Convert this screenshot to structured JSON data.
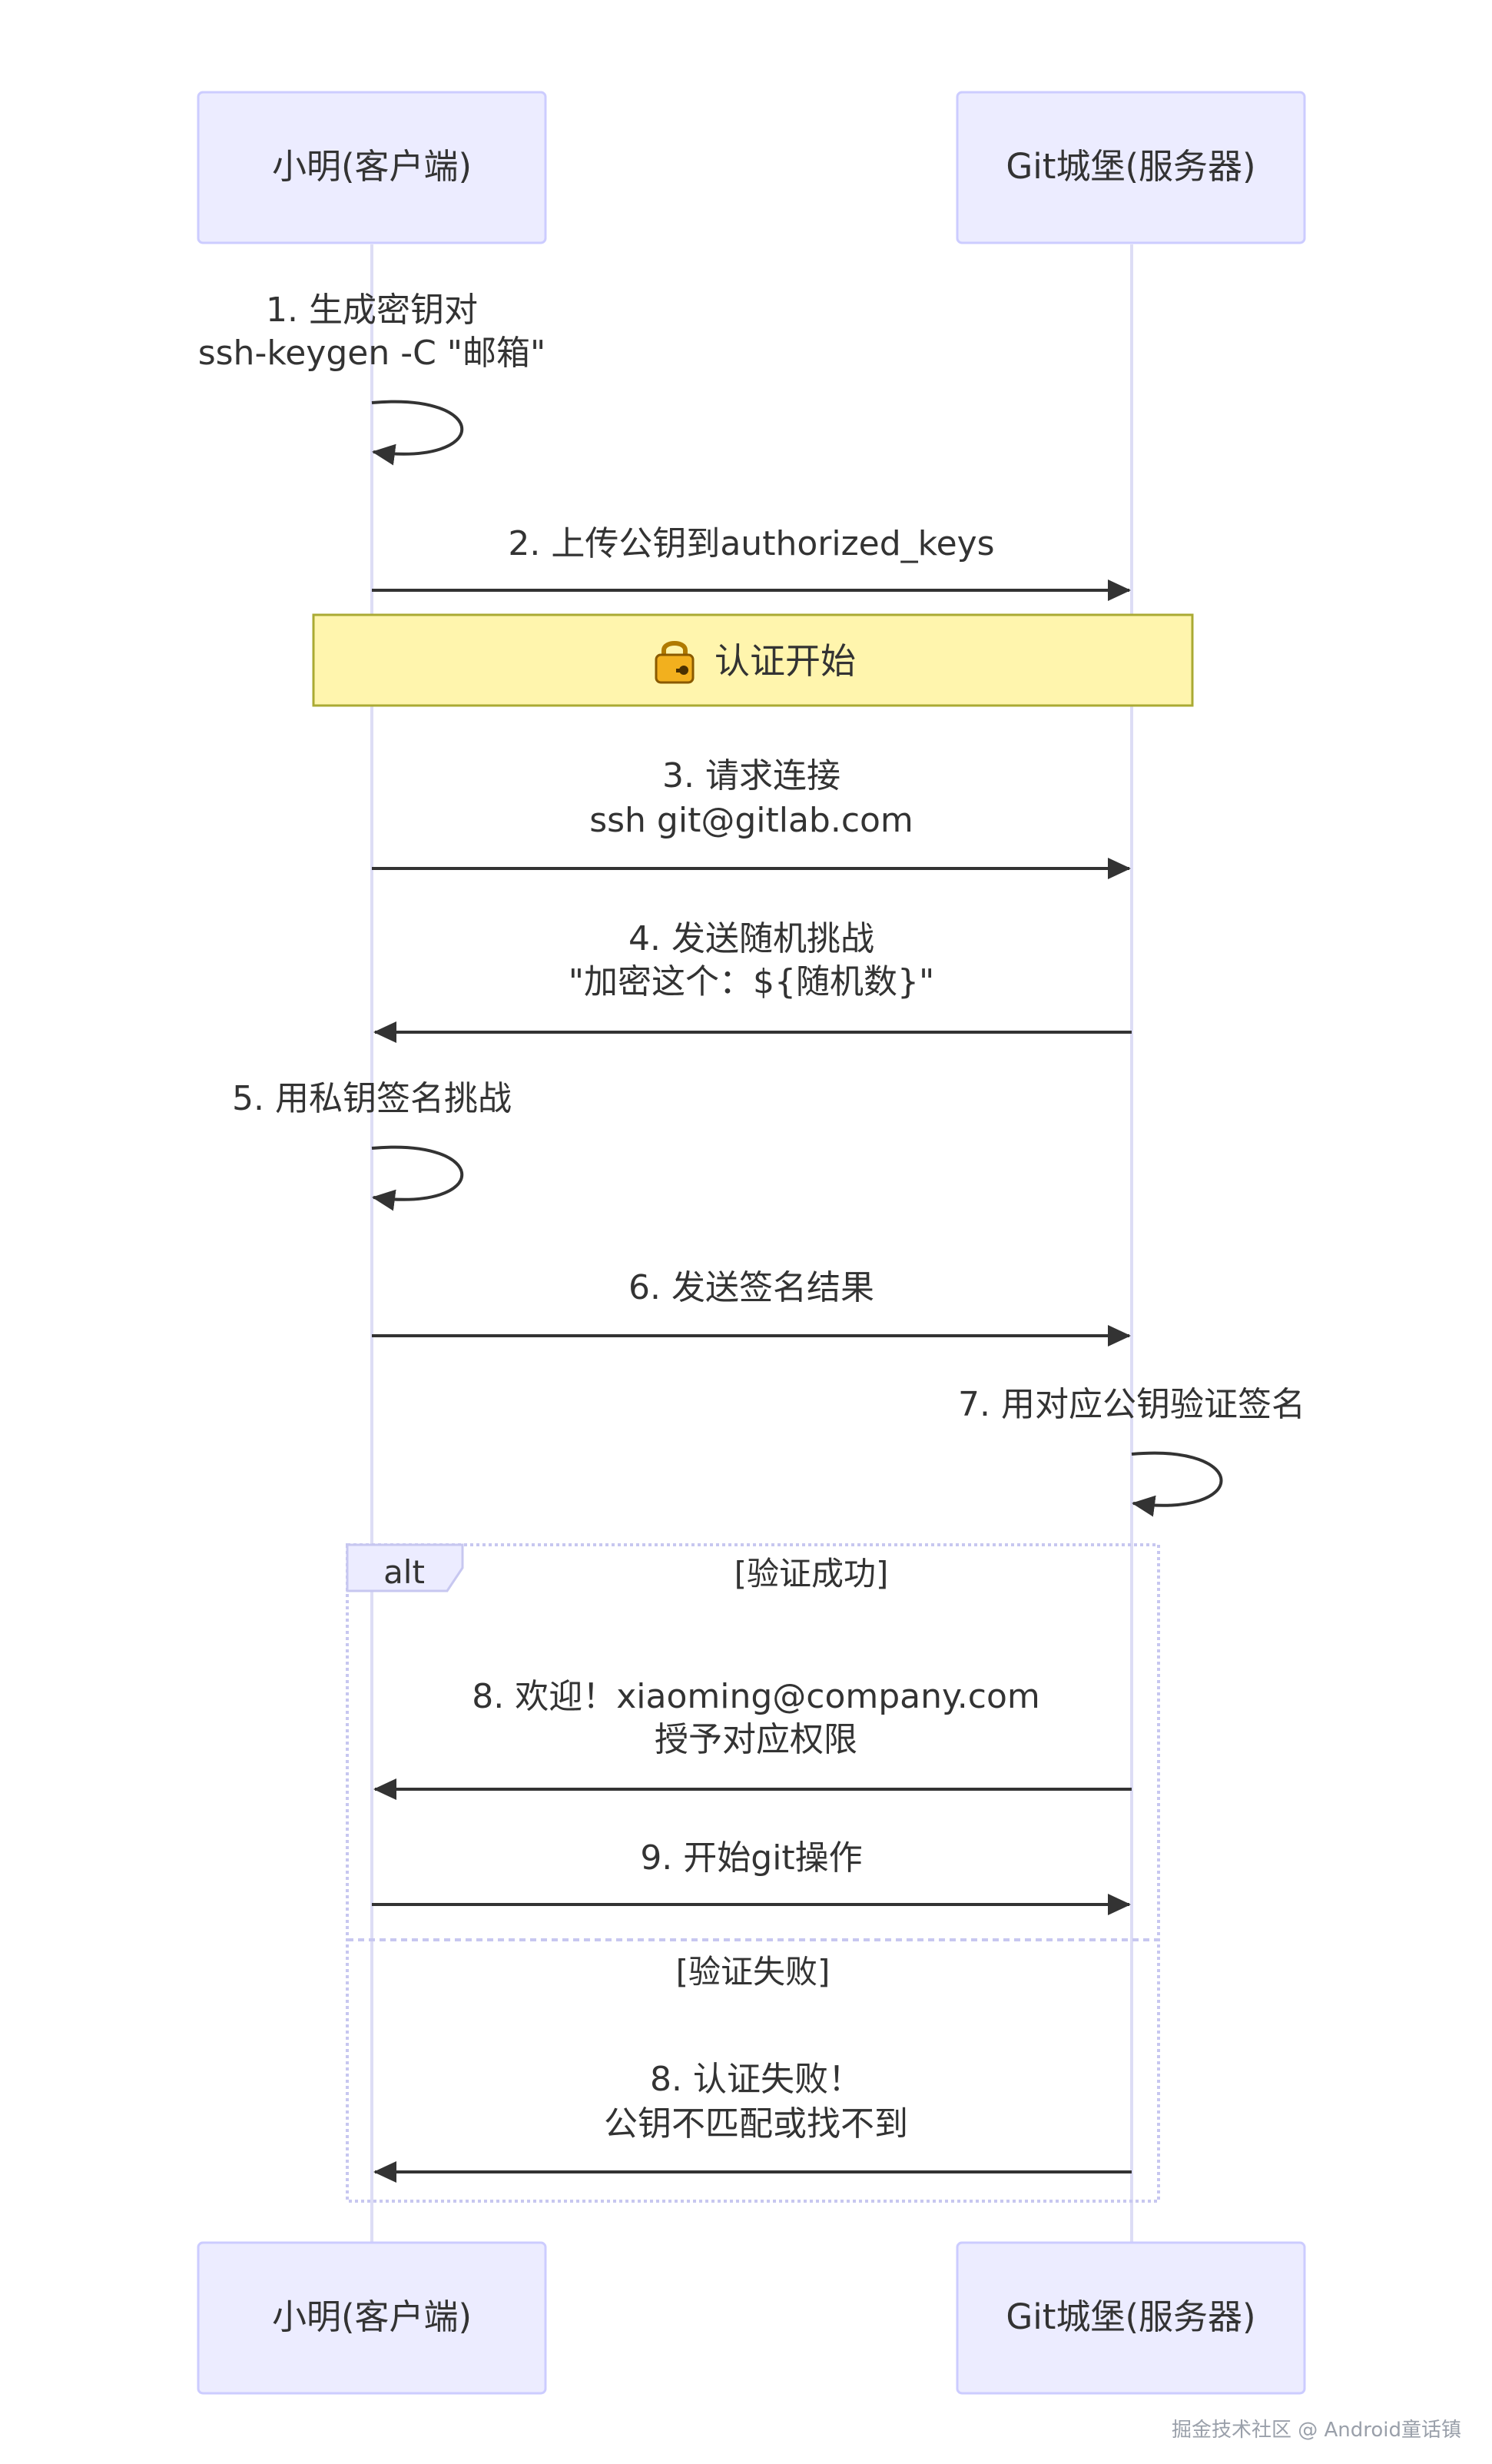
{
  "actors": [
    {
      "id": "client",
      "label": "小明(客户端)"
    },
    {
      "id": "server",
      "label": "Git城堡(服务器)"
    }
  ],
  "messages": [
    {
      "id": "m1",
      "from": "client",
      "to": "client",
      "lines": [
        "1. 生成密钥对",
        "ssh-keygen -C \"邮箱\""
      ]
    },
    {
      "id": "m2",
      "from": "client",
      "to": "server",
      "lines": [
        "2. 上传公钥到authorized_keys"
      ]
    },
    {
      "id": "m3",
      "from": "client",
      "to": "server",
      "lines": [
        "3. 请求连接",
        "ssh git@gitlab.com"
      ]
    },
    {
      "id": "m4",
      "from": "server",
      "to": "client",
      "lines": [
        "4. 发送随机挑战",
        "\"加密这个：${随机数}\""
      ]
    },
    {
      "id": "m5",
      "from": "client",
      "to": "client",
      "lines": [
        "5. 用私钥签名挑战"
      ]
    },
    {
      "id": "m6",
      "from": "client",
      "to": "server",
      "lines": [
        "6. 发送签名结果"
      ]
    },
    {
      "id": "m7",
      "from": "server",
      "to": "server",
      "lines": [
        "7. 用对应公钥验证签名"
      ]
    },
    {
      "id": "m8a",
      "from": "server",
      "to": "client",
      "lines": [
        "8. 欢迎！xiaoming@company.com",
        "授予对应权限"
      ]
    },
    {
      "id": "m9",
      "from": "client",
      "to": "server",
      "lines": [
        "9. 开始git操作"
      ]
    },
    {
      "id": "m8b",
      "from": "server",
      "to": "client",
      "lines": [
        "8. 认证失败！",
        "公钥不匹配或找不到"
      ]
    }
  ],
  "note": {
    "icon": "lock-key-icon",
    "label": "认证开始"
  },
  "alt": {
    "keyword": "alt",
    "success_condition": "[验证成功]",
    "failure_condition": "[验证失败]"
  },
  "watermark": "掘金技术社区 @ Android童话镇",
  "colors": {
    "actor_fill": "#ECECFF",
    "actor_border": "#CCCCFF",
    "lifeline": "#DDDDF5",
    "note_fill": "#FFF5AD",
    "note_border": "#AAAA33",
    "arrow": "#333333",
    "alt_border": "#C7C7F0"
  }
}
